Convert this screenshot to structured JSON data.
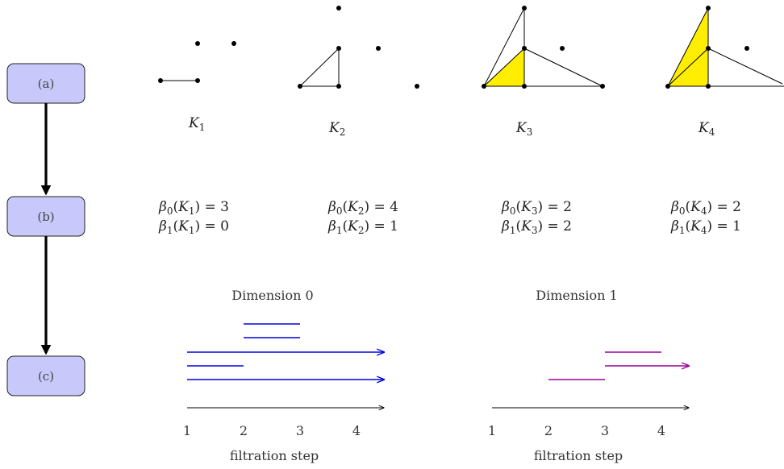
{
  "stages": [
    {
      "id": "a",
      "label": "(a)"
    },
    {
      "id": "b",
      "label": "(b)"
    },
    {
      "id": "c",
      "label": "(c)"
    }
  ],
  "complexes": [
    {
      "name": "K",
      "index": "1"
    },
    {
      "name": "K",
      "index": "2"
    },
    {
      "name": "K",
      "index": "3"
    },
    {
      "name": "K",
      "index": "4"
    }
  ],
  "betti": [
    {
      "b0": {
        "lhs_sym": "β",
        "lhs_sub": "0",
        "arg": "K",
        "arg_sub": "1",
        "value": "3"
      },
      "b1": {
        "lhs_sym": "β",
        "lhs_sub": "1",
        "arg": "K",
        "arg_sub": "1",
        "value": "0"
      }
    },
    {
      "b0": {
        "lhs_sym": "β",
        "lhs_sub": "0",
        "arg": "K",
        "arg_sub": "2",
        "value": "4"
      },
      "b1": {
        "lhs_sym": "β",
        "lhs_sub": "1",
        "arg": "K",
        "arg_sub": "2",
        "value": "1"
      }
    },
    {
      "b0": {
        "lhs_sym": "β",
        "lhs_sub": "0",
        "arg": "K",
        "arg_sub": "3",
        "value": "2"
      },
      "b1": {
        "lhs_sym": "β",
        "lhs_sub": "1",
        "arg": "K",
        "arg_sub": "3",
        "value": "2"
      }
    },
    {
      "b0": {
        "lhs_sym": "β",
        "lhs_sub": "0",
        "arg": "K",
        "arg_sub": "4",
        "value": "2"
      },
      "b1": {
        "lhs_sym": "β",
        "lhs_sub": "1",
        "arg": "K",
        "arg_sub": "4",
        "value": "1"
      }
    }
  ],
  "colors": {
    "box_fill": "#c8c8fa",
    "face_fill": "#ffee00",
    "dim0_bars": "#0000dd",
    "dim1_bars": "#990099",
    "axis": "#000000"
  },
  "chart_data": [
    {
      "type": "barcode",
      "title": "Dimension 0",
      "xlabel": "filtration step",
      "ticks": [
        "1",
        "2",
        "3",
        "4"
      ],
      "xlim": [
        1,
        4.5
      ],
      "bars": [
        {
          "birth": 2,
          "death": 3,
          "infinite": false
        },
        {
          "birth": 2,
          "death": 3,
          "infinite": false
        },
        {
          "birth": 1,
          "death": null,
          "infinite": true
        },
        {
          "birth": 1,
          "death": 2,
          "infinite": false
        },
        {
          "birth": 1,
          "death": null,
          "infinite": true
        }
      ]
    },
    {
      "type": "barcode",
      "title": "Dimension 1",
      "xlabel": "filtration step",
      "ticks": [
        "1",
        "2",
        "3",
        "4"
      ],
      "xlim": [
        1,
        4.5
      ],
      "bars": [
        {
          "birth": 3,
          "death": 4,
          "infinite": false
        },
        {
          "birth": 3,
          "death": null,
          "infinite": true
        },
        {
          "birth": 2,
          "death": 3,
          "infinite": false
        }
      ]
    }
  ]
}
